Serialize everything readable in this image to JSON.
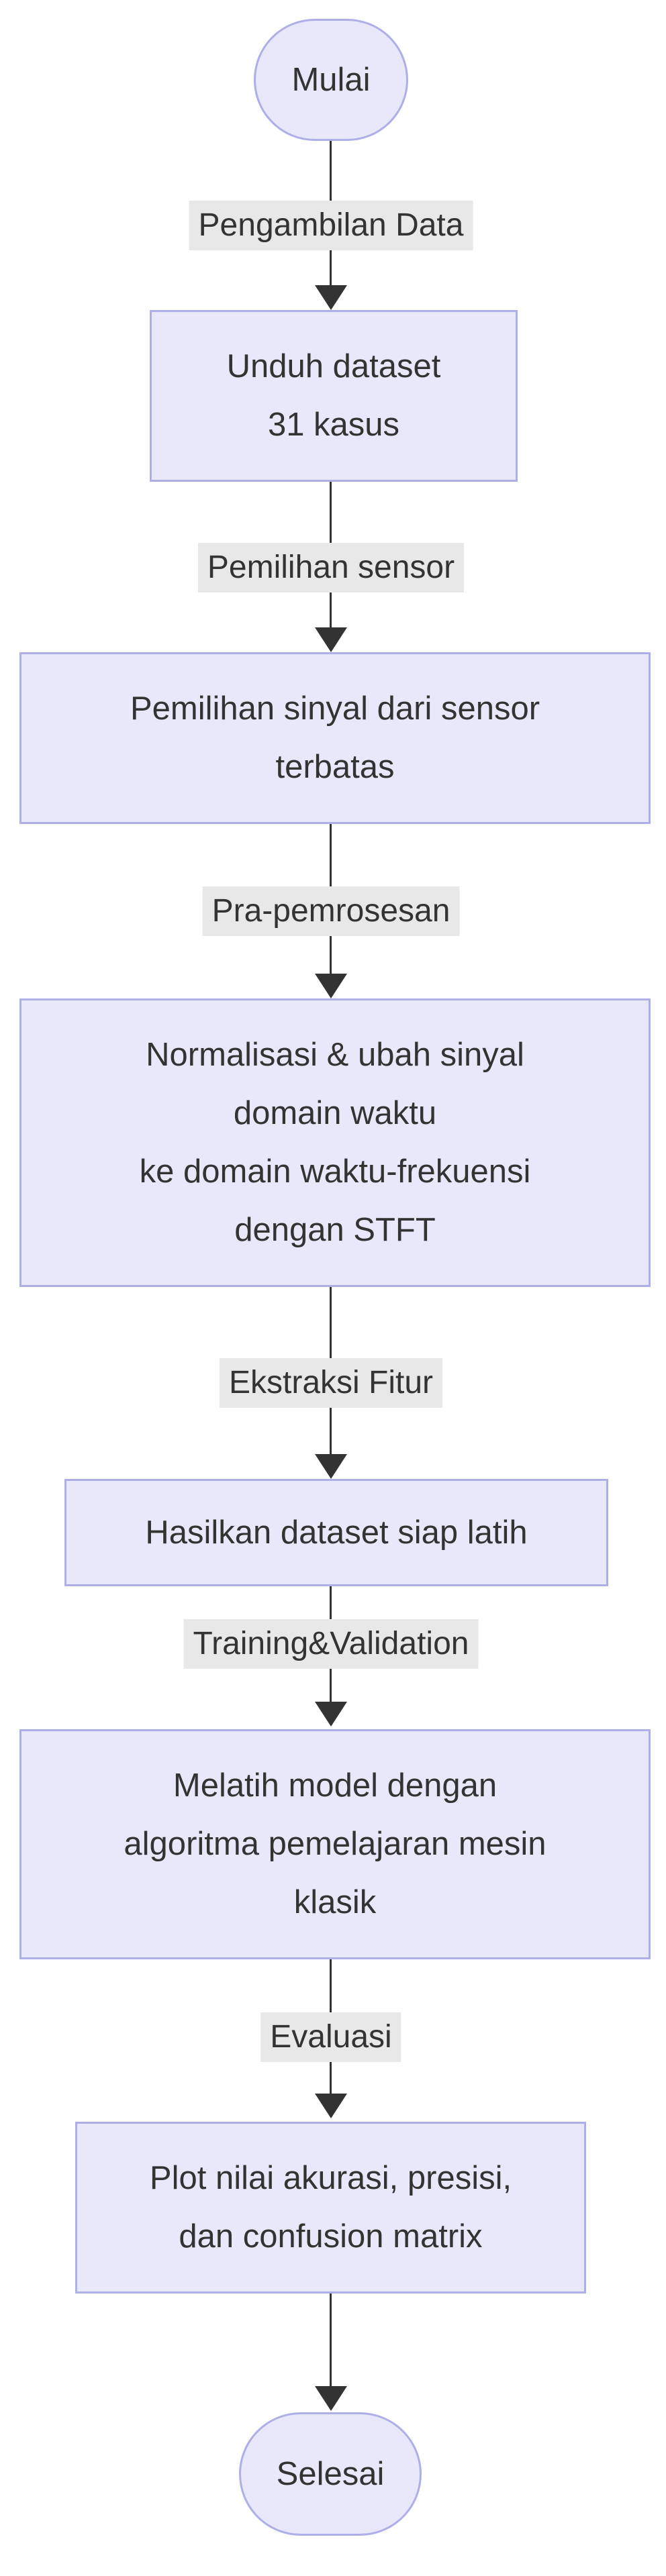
{
  "flow": {
    "type": "flowchart",
    "direction": "top-down",
    "colors": {
      "node_fill": "#E8E8FA",
      "node_border": "#AEAEE8",
      "edge_label_bg": "#E8E8E8",
      "line": "#333333",
      "text": "#333333",
      "background": "#FFFFFF"
    },
    "nodes": [
      {
        "id": "start",
        "shape": "stadium",
        "label": "Mulai"
      },
      {
        "id": "download",
        "shape": "process",
        "lines": [
          "Unduh dataset",
          "31 kasus"
        ]
      },
      {
        "id": "sensor",
        "shape": "process",
        "lines": [
          "Pemilihan sinyal dari sensor",
          "terbatas"
        ]
      },
      {
        "id": "preprocess",
        "shape": "process",
        "lines": [
          "Normalisasi & ubah sinyal",
          "domain waktu",
          "ke domain waktu-frekuensi",
          "dengan STFT"
        ]
      },
      {
        "id": "feature",
        "shape": "process",
        "lines": [
          "Hasilkan dataset siap latih"
        ]
      },
      {
        "id": "train",
        "shape": "process",
        "lines": [
          "Melatih model dengan",
          "algoritma pemelajaran mesin",
          "klasik"
        ]
      },
      {
        "id": "evaluate",
        "shape": "process",
        "lines": [
          "Plot nilai akurasi, presisi,",
          "dan confusion matrix"
        ]
      },
      {
        "id": "end",
        "shape": "stadium",
        "label": "Selesai"
      }
    ],
    "edges": [
      {
        "from": "start",
        "to": "download",
        "label": "Pengambilan Data"
      },
      {
        "from": "download",
        "to": "sensor",
        "label": "Pemilihan sensor"
      },
      {
        "from": "sensor",
        "to": "preprocess",
        "label": "Pra-pemrosesan"
      },
      {
        "from": "preprocess",
        "to": "feature",
        "label": "Ekstraksi Fitur"
      },
      {
        "from": "feature",
        "to": "train",
        "label": "Training&Validation"
      },
      {
        "from": "train",
        "to": "evaluate",
        "label": "Evaluasi"
      },
      {
        "from": "evaluate",
        "to": "end",
        "label": ""
      }
    ]
  }
}
